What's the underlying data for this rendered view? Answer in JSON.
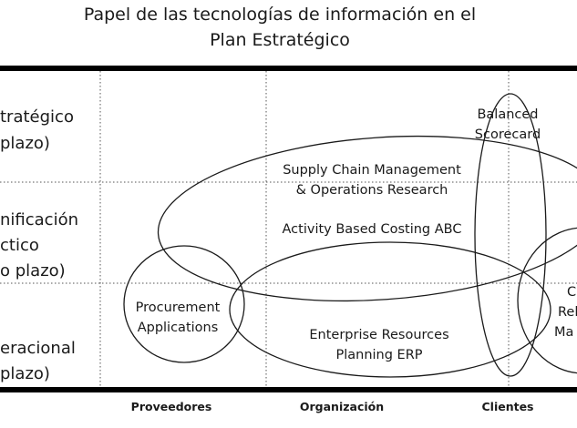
{
  "title": {
    "line1": "Papel de las tecnologías de información en el",
    "line2": "Plan Estratégico"
  },
  "rows": [
    {
      "lines": [
        "tratégico",
        "plazo)"
      ]
    },
    {
      "lines": [
        "nificación",
        "ctico",
        "o plazo)"
      ]
    },
    {
      "lines": [
        "eracional",
        "plazo)"
      ]
    }
  ],
  "columns": [
    "Proveedores",
    "Organización",
    "Clientes"
  ],
  "ellipses": {
    "balanced": [
      "Balanced",
      "Scorecard"
    ],
    "supply_chain": [
      "Supply Chain Management",
      "& Operations Research"
    ],
    "abc": [
      "Activity Based Costing ABC"
    ],
    "procurement": [
      "Procurement",
      "Applications"
    ],
    "erp": [
      "Enterprise Resources",
      "Planning ERP"
    ],
    "crm": [
      "C",
      "Rel",
      "Ma"
    ]
  }
}
